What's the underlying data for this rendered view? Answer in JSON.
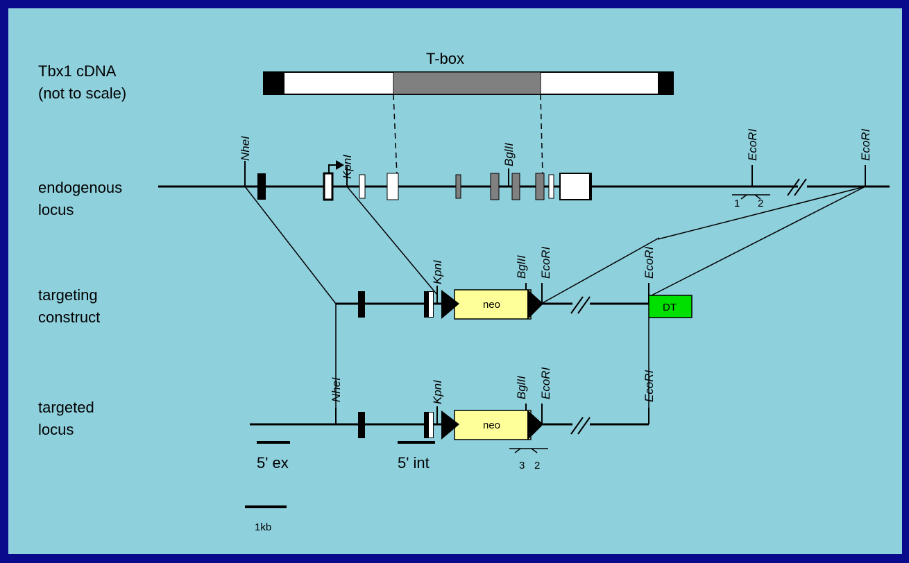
{
  "cdna": {
    "title_line1": "Tbx1 cDNA",
    "title_line2": "(not to scale)",
    "domain_label": "T-box"
  },
  "rows": {
    "endogenous_line1": "endogenous",
    "endogenous_line2": "locus",
    "targeting_line1": "targeting",
    "targeting_line2": "construct",
    "targeted_line1": "targeted",
    "targeted_line2": "locus"
  },
  "sites": {
    "nhe": "NheI",
    "kpn": "KpnI",
    "bgl": "BglII",
    "eco": "EcoRI"
  },
  "cassettes": {
    "neo": "neo",
    "dt": "DT"
  },
  "primers": {
    "p1": "1",
    "p2": "2",
    "p3": "3"
  },
  "probes": {
    "ex": "5' ex",
    "int": "5' int"
  },
  "scale": {
    "label": "1kb"
  },
  "colors": {
    "background": "#8fd0dd",
    "border": "#0a0a8c",
    "tbox": "#808080",
    "neo": "#ffff99",
    "dt": "#00e000"
  }
}
